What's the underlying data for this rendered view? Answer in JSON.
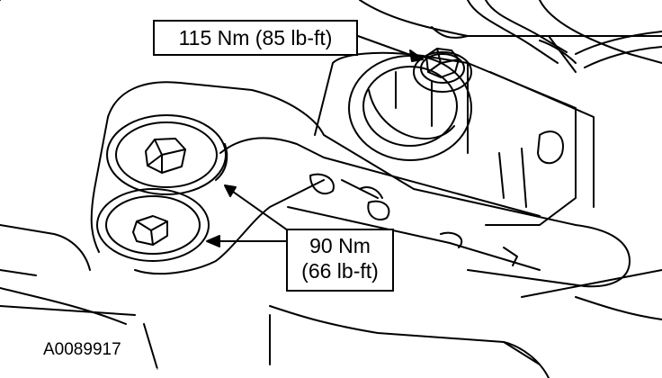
{
  "labels": {
    "top_torque": "115 Nm (85 lb-ft)",
    "lower_torque_nm": "90 Nm",
    "lower_torque_lbft": "(66 lb-ft)"
  },
  "figure_id": "A0089917",
  "colors": {
    "line": "#000000",
    "background": "#ffffff"
  }
}
